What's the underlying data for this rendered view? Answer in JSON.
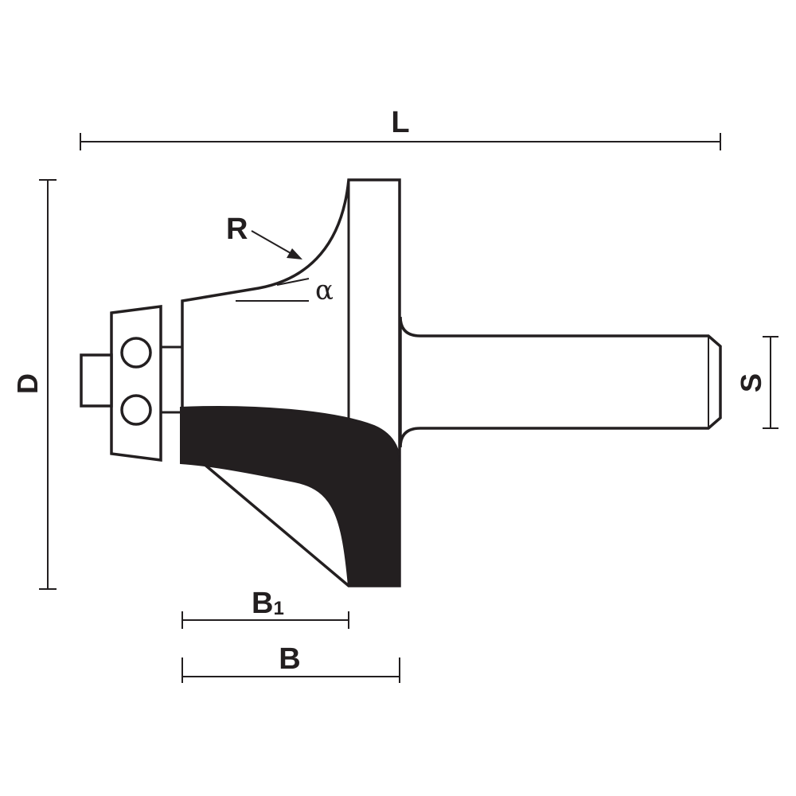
{
  "diagram": {
    "labels": {
      "L": "L",
      "D": "D",
      "S": "S",
      "R": "R",
      "alpha": "α",
      "B": "B",
      "B1_main": "B",
      "B1_sub": "1"
    },
    "colors": {
      "ink": "#231f20",
      "background": "#ffffff"
    }
  }
}
